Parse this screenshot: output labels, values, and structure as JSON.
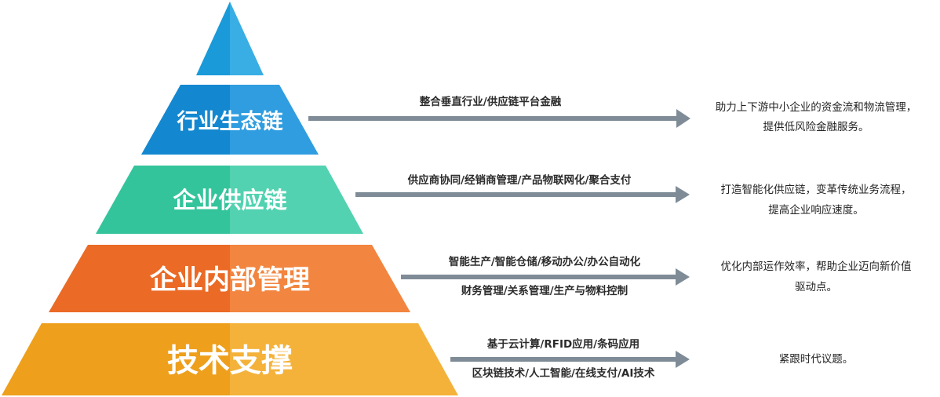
{
  "colors": {
    "apex": "#1a9ad8",
    "ecosystem": "#1c8fd6",
    "supply_chain": "#3fc9a4",
    "internal": "#ec7030",
    "tech": "#f0a623",
    "arrow": "#7f8c97"
  },
  "tiers": [
    {
      "label": "行业生态链",
      "features": [
        "整合垂直行业/供应链平台金融"
      ],
      "description": [
        "助力上下游中小企业的资金流和物流管理，",
        "提供低风险金融服务。"
      ]
    },
    {
      "label": "企业供应链",
      "features": [
        "供应商协同/经销商管理/产品物联网化/聚合支付"
      ],
      "description": [
        "打造智能化供应链，变革传统业务流程，",
        "提高企业响应速度。"
      ]
    },
    {
      "label": "企业内部管理",
      "features": [
        "智能生产/智能仓储/移动办公/办公自动化",
        "财务管理/关系管理/生产与物料控制"
      ],
      "description": [
        "优化内部运作效率，帮助企业迈向新价值",
        "驱动点。"
      ]
    },
    {
      "label": "技术支撑",
      "features": [
        "基于云计算/RFID应用/条码应用",
        "区块链技术/人工智能/在线支付/AI技术"
      ],
      "description": [
        "紧跟时代议题。"
      ]
    }
  ]
}
